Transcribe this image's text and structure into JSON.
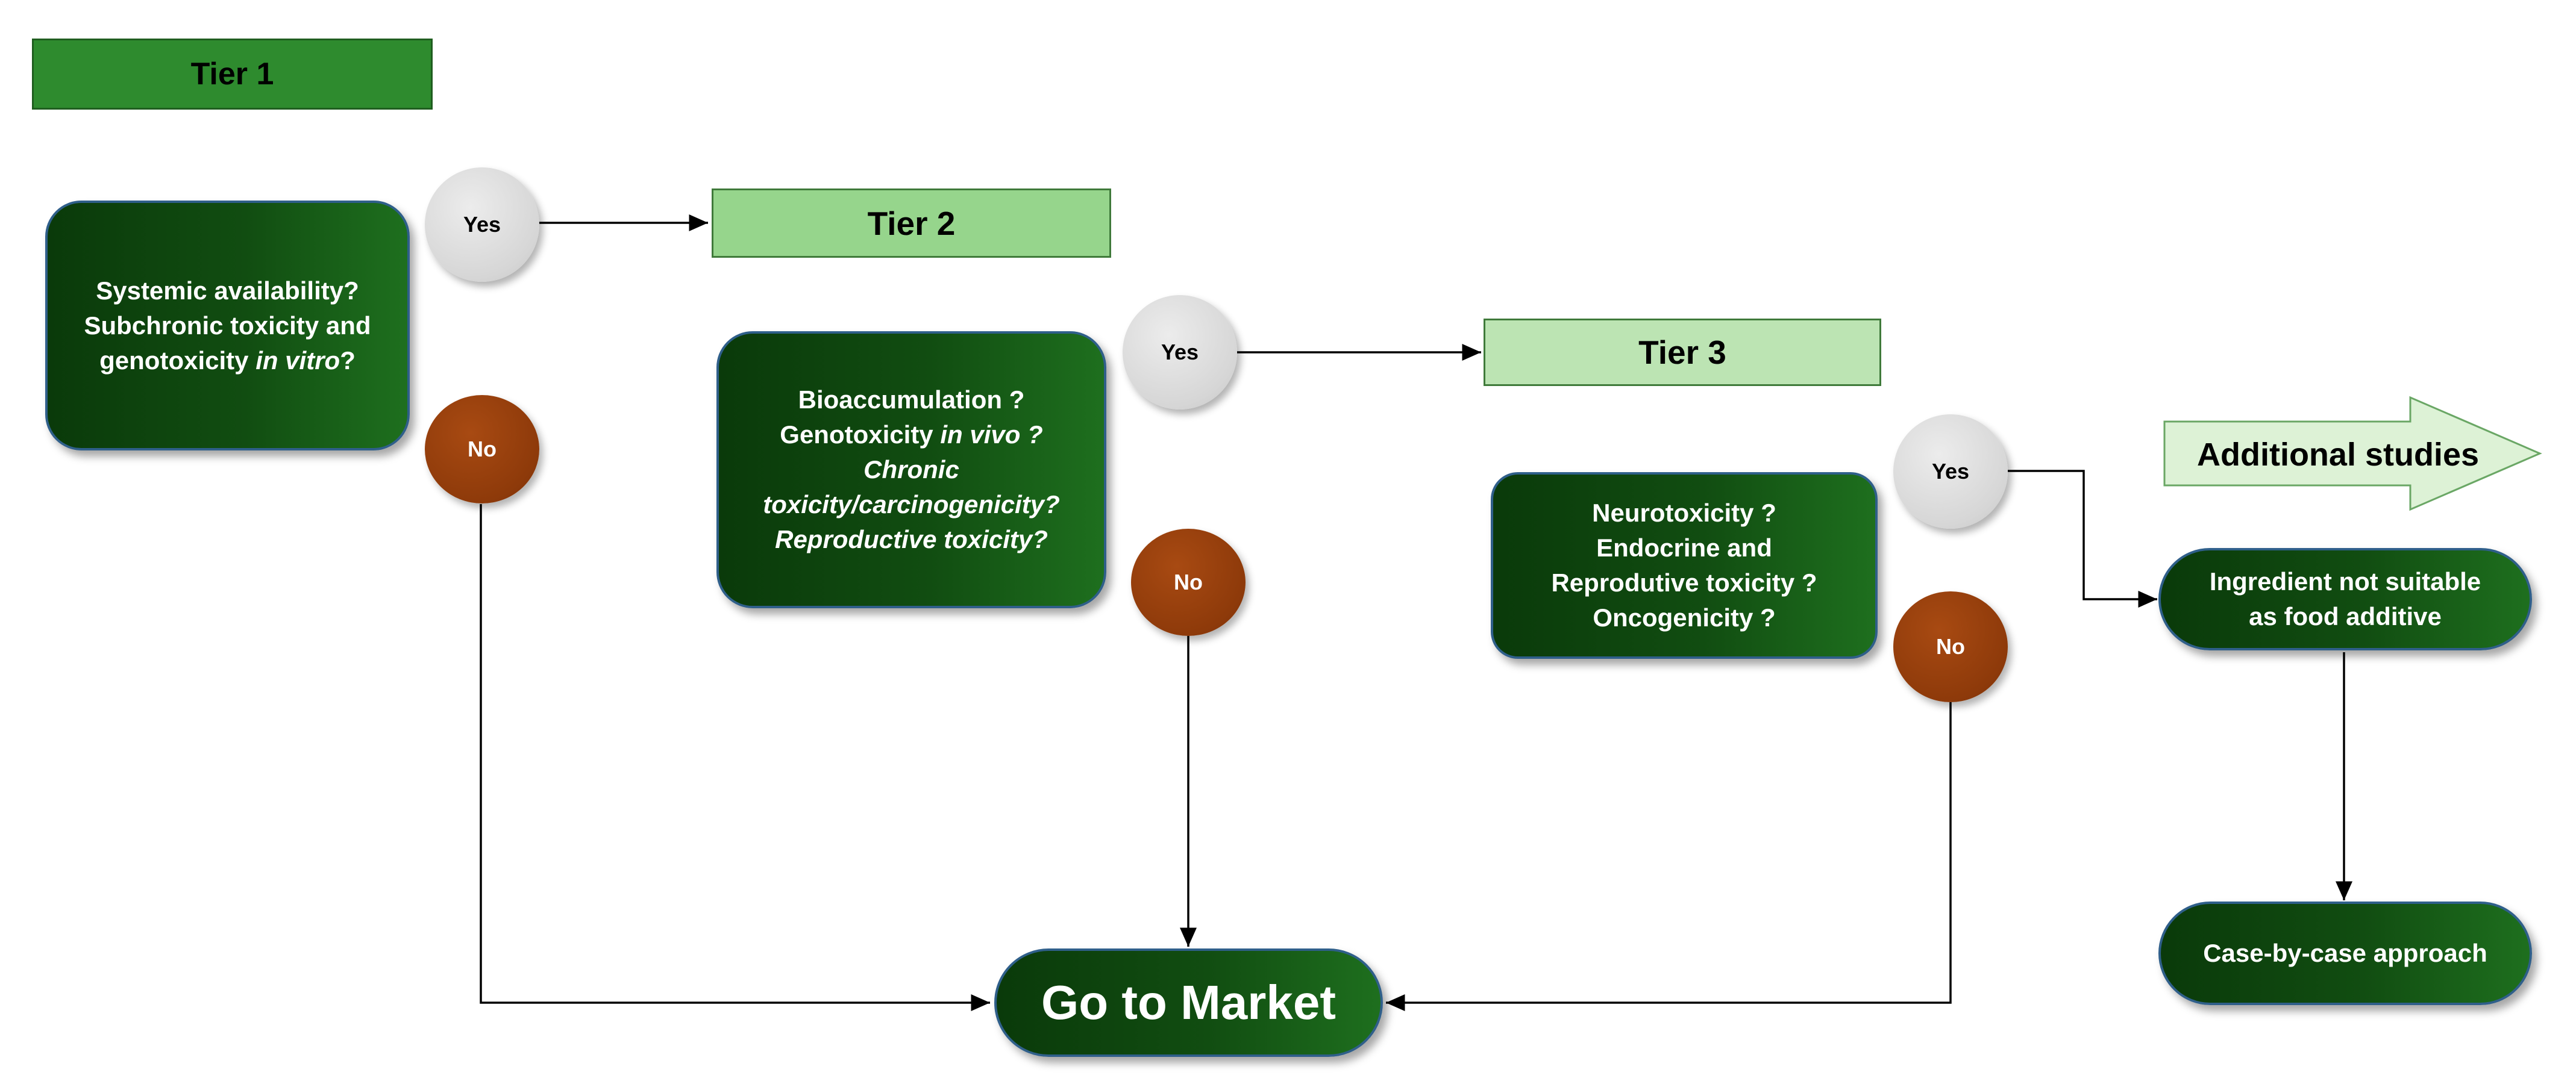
{
  "tiers": {
    "tier1": "Tier 1",
    "tier2": "Tier 2",
    "tier3": "Tier 3"
  },
  "tier1_question": {
    "line1": "Systemic availability?",
    "line2": "Subchronic toxicity and",
    "line3_prefix": "genotoxicity ",
    "line3_italic": "in vitro",
    "line3_suffix": "?"
  },
  "tier2_question": {
    "line1": "Bioaccumulation ?",
    "line2_prefix": "Genotoxicity ",
    "line2_italic": "in vivo ?",
    "line3": "Chronic",
    "line4": "toxicity/carcinogenicity?",
    "line5": "Reproductive toxicity?"
  },
  "tier3_question": {
    "line1": "Neurotoxicity ?",
    "line2": "Endocrine  and",
    "line3": "Reprodutive toxicity ?",
    "line4": "Oncogenicity ?"
  },
  "decisions": {
    "yes": "Yes",
    "no": "No"
  },
  "outcomes": {
    "go_to_market": "Go to Market",
    "additional_studies": "Additional studies",
    "not_suitable_line1": "Ingredient not suitable",
    "not_suitable_line2": "as food additive",
    "case_by_case": "Case-by-case approach"
  },
  "colors": {
    "tier1_fill": "#2e8b2e",
    "tier2_fill": "#96d58c",
    "tier3_fill": "#bce4b3",
    "question_fill": "#0a3a0a",
    "yes_fill": "#d6d6d6",
    "no_fill": "#8e3a0a",
    "arrow_fill": "#ddf2d6"
  }
}
